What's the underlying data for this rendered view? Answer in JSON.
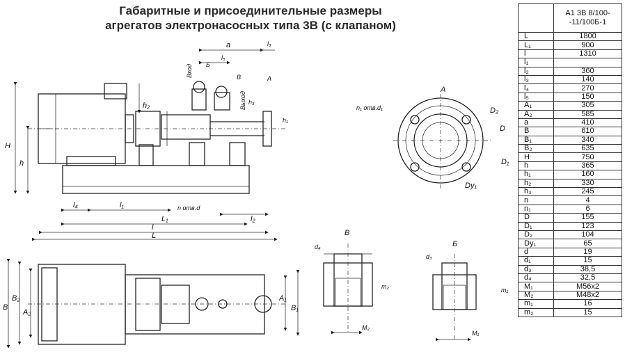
{
  "title_line1": "Габаритные и присоединительные размеры",
  "title_line2": "агрегатов электронасосных типа 3В (с клапаном)",
  "table": {
    "header": "А1 3В 8/100--11/100Б-1",
    "rows": [
      {
        "k": "L",
        "v": "1800"
      },
      {
        "k": "L₁",
        "v": "900"
      },
      {
        "k": "l",
        "v": "1310"
      },
      {
        "k": "l₁",
        "v": ""
      },
      {
        "k": "l₂",
        "v": "360"
      },
      {
        "k": "l₃",
        "v": "140"
      },
      {
        "k": "l₄",
        "v": "270"
      },
      {
        "k": "l₅",
        "v": "150"
      },
      {
        "k": "A₁",
        "v": "305"
      },
      {
        "k": "A₂",
        "v": "585"
      },
      {
        "k": "a",
        "v": "410"
      },
      {
        "k": "B",
        "v": "610"
      },
      {
        "k": "B₁",
        "v": "340"
      },
      {
        "k": "B₂",
        "v": "635"
      },
      {
        "k": "H",
        "v": "750"
      },
      {
        "k": "h",
        "v": "365"
      },
      {
        "k": "h₁",
        "v": "160"
      },
      {
        "k": "h₂",
        "v": "330"
      },
      {
        "k": "h₃",
        "v": "245"
      },
      {
        "k": "n",
        "v": "4"
      },
      {
        "k": "n₁",
        "v": "6"
      },
      {
        "k": "D",
        "v": "155"
      },
      {
        "k": "D₁",
        "v": "123"
      },
      {
        "k": "D₂",
        "v": "104"
      },
      {
        "k": "Dу₁",
        "v": "65"
      },
      {
        "k": "d",
        "v": "19"
      },
      {
        "k": "d₁",
        "v": "15"
      },
      {
        "k": "d₃",
        "v": "38,5"
      },
      {
        "k": "d₄",
        "v": "32,5"
      },
      {
        "k": "M₁",
        "v": "M56x2"
      },
      {
        "k": "M₂",
        "v": "M48x2"
      },
      {
        "k": "m₁",
        "v": "16"
      },
      {
        "k": "m₂",
        "v": "15"
      }
    ]
  },
  "labels": {
    "H": "H",
    "h": "h",
    "h1": "h₁",
    "h2": "h₂",
    "h3": "h₃",
    "a": "a",
    "l3": "l₃",
    "l5": "l₅",
    "l4": "l₄",
    "l1": "l₁",
    "L1": "L₁",
    "l2": "l₂",
    "l": "l",
    "L": "L",
    "n_holes": "n отв.d",
    "n1_holes": "n₁ отв.d₁",
    "vkhod": "Вход",
    "vykhod": "Выход",
    "view_A": "A",
    "view_B": "B",
    "view_Bb": "Б",
    "callout_B": "В",
    "callout_Bb": "Б",
    "callout_A": "A",
    "D": "D",
    "D1": "D₁",
    "D2": "D₂",
    "Dy1": "Dу₁",
    "d4": "d₄",
    "d3": "d₃",
    "m1": "m₁",
    "m2": "m₂",
    "M1": "M₁",
    "M2": "M₂",
    "B": "B",
    "B1": "B₁",
    "B2": "B₂",
    "A1": "A₁",
    "A2": "A₂"
  }
}
